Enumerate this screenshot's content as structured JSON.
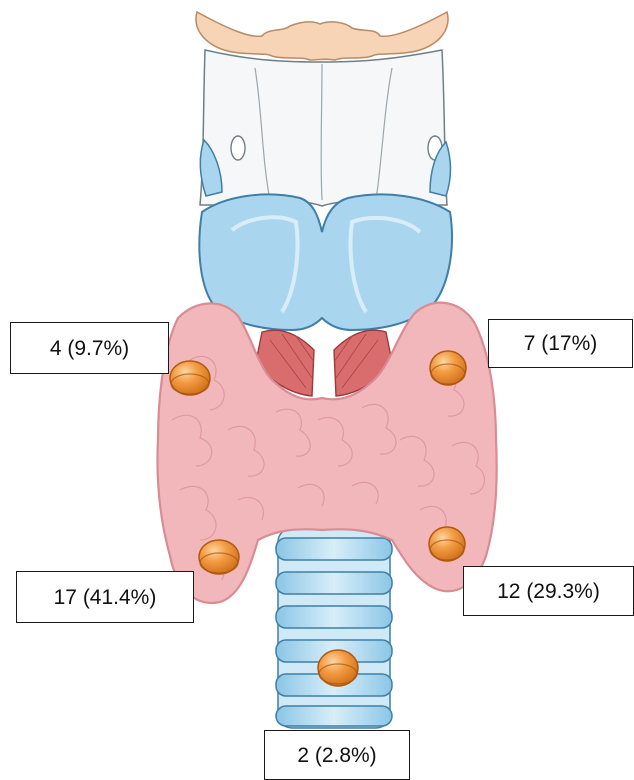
{
  "labels": {
    "superior_right": "7 (17%)",
    "superior_left": "4 (9.7%)",
    "inferior_left": "17 (41.4%)",
    "inferior_right": "12 (29.3%)",
    "mediastinal": "2 (2.8%)"
  },
  "colors": {
    "thyroid": "#f2b7bb",
    "thyroid_outline": "#d98c93",
    "cartilage": "#a9d6ee",
    "cartilage_outline": "#3f7fa5",
    "muscle": "#d96d6d",
    "hyoid": "#f7d4b5",
    "membrane": "#f5f7f8",
    "marker": "#f19a3e",
    "marker_outline": "#b05a10"
  }
}
